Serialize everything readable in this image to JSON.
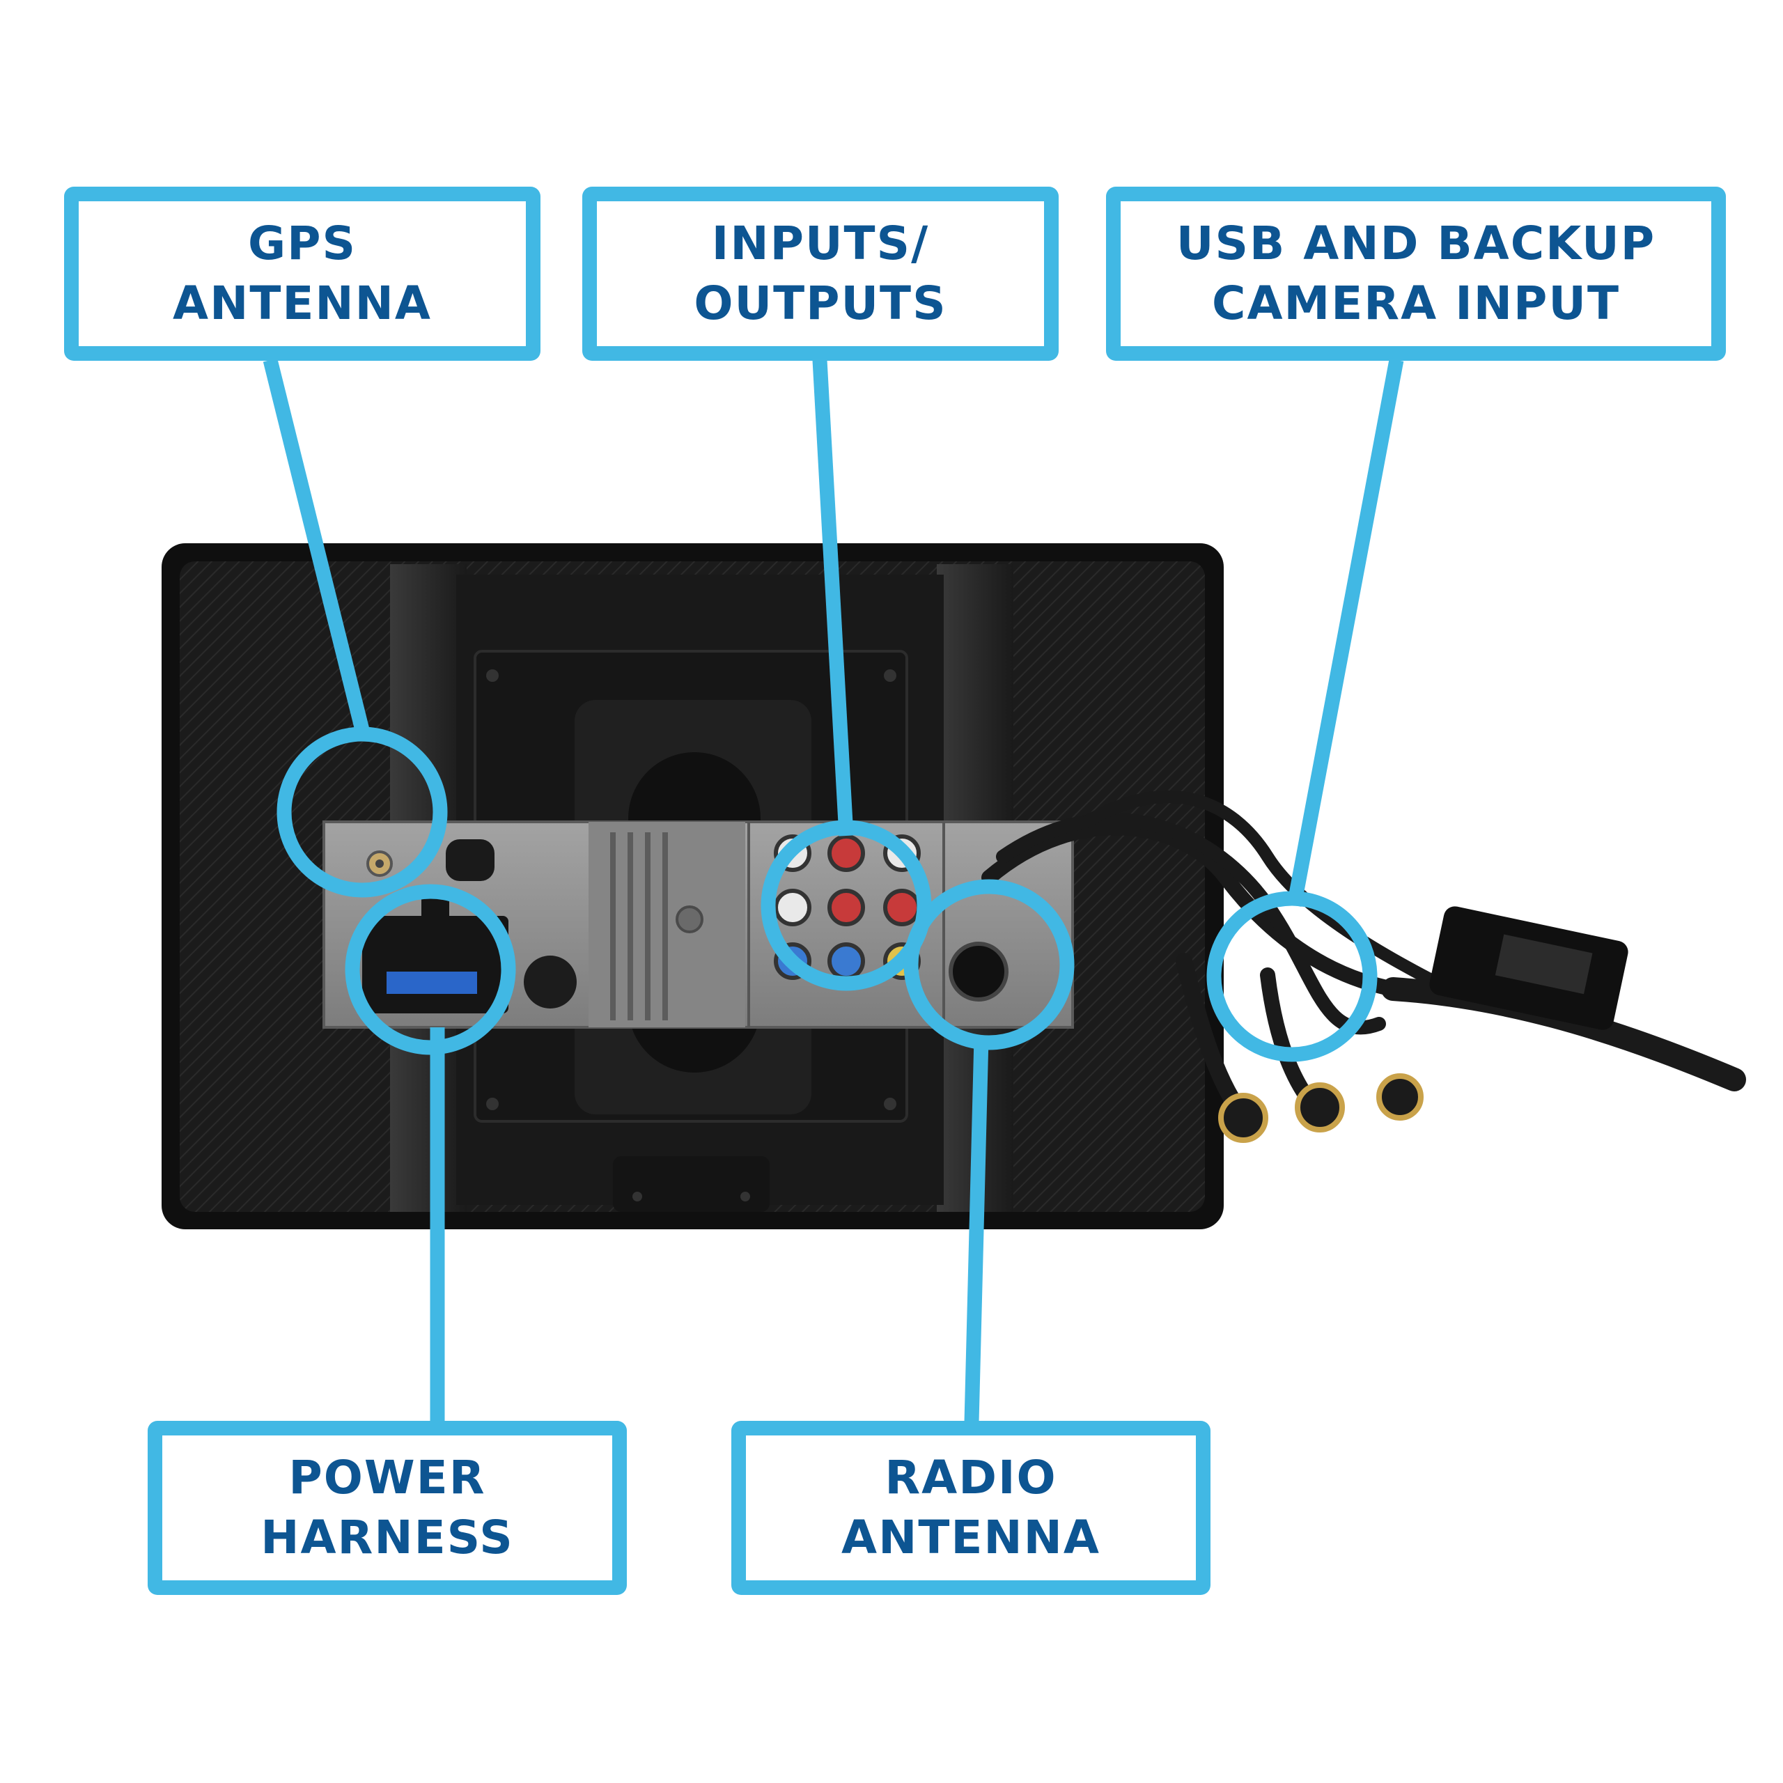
{
  "callouts": {
    "gps": {
      "line1": "GPS",
      "line2": "ANTENNA"
    },
    "io": {
      "line1": "INPUTS/",
      "line2": "OUTPUTS"
    },
    "usb": {
      "line1": "USB AND BACKUP",
      "line2": "CAMERA INPUT"
    },
    "power": {
      "line1": "POWER",
      "line2": "HARNESS"
    },
    "radio": {
      "line1": "RADIO",
      "line2": "ANTENNA"
    }
  },
  "colors": {
    "accent": "#41b8e4",
    "label_text": "#0d5592",
    "device_body": "#1a1a1a",
    "chassis_panel": "#8c8c8c"
  }
}
